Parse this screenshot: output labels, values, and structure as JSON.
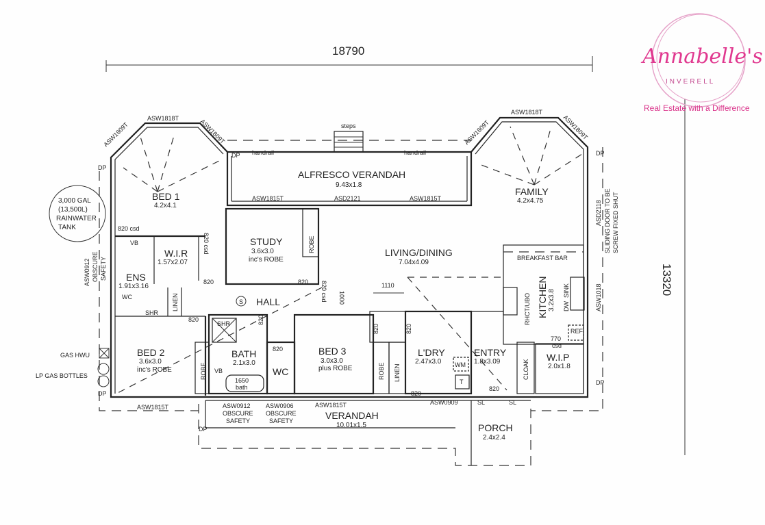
{
  "logo": {
    "name": "Annabelle's",
    "sub": "INVERELL",
    "tagline": "Real Estate with a Difference",
    "color": "#e0388f"
  },
  "dimensions": {
    "width": "18790",
    "depth": "13320"
  },
  "rooms": {
    "bed1": {
      "name": "BED 1",
      "size": "4.2x4.1"
    },
    "alfresco": {
      "name": "ALFRESCO VERANDAH",
      "size": "9.43x1.8"
    },
    "family": {
      "name": "FAMILY",
      "size": "4.2x4.75"
    },
    "study": {
      "name": "STUDY",
      "size": "3.6x3.0",
      "note": "inc's ROBE"
    },
    "wir": {
      "name": "W.I.R",
      "size": "1.57x2.07"
    },
    "ens": {
      "name": "ENS",
      "size": "1.91x3.16"
    },
    "living": {
      "name": "LIVING/DINING",
      "size": "7.04x4.09"
    },
    "kitchen": {
      "name": "KITCHEN",
      "size": "3.2x3.8"
    },
    "hall": {
      "name": "HALL"
    },
    "bed2": {
      "name": "BED 2",
      "size": "3.6x3.0",
      "note": "inc's ROBE"
    },
    "bath": {
      "name": "BATH",
      "size": "2.1x3.0"
    },
    "wc": {
      "name": "WC"
    },
    "bed3": {
      "name": "BED 3",
      "size": "3.0x3.0",
      "note": "plus ROBE"
    },
    "ldry": {
      "name": "L'DRY",
      "size": "2.47x3.0"
    },
    "entry": {
      "name": "ENTRY",
      "size": "1.8x3.09"
    },
    "wip": {
      "name": "W.I.P",
      "size": "2.0x1.8"
    },
    "verandah": {
      "name": "VERANDAH",
      "size": "10.01x1.5"
    },
    "porch": {
      "name": "PORCH",
      "size": "2.4x2.4"
    }
  },
  "labels": {
    "steps": "steps",
    "handrail": "handrail",
    "dp": "DP",
    "asw1809t": "ASW1809T",
    "asw1818t": "ASW1818T",
    "asw1815t": "ASW1815T",
    "asd2121": "ASD2121",
    "asd2118": "ASD2118",
    "sliding1": "SLIDING DOOR TO BE",
    "sliding2": "SCREW FIXED SHUT",
    "asw1018": "ASW1018",
    "asw0912": "ASW0912",
    "obscure": "OBSCURE",
    "safety": "SAFETY",
    "asw0906": "ASW0906",
    "asw0909": "ASW0909",
    "tank1": "3,000 GAL",
    "tank2": "(13,500L)",
    "tank3": "RAINWATER",
    "tank4": "TANK",
    "gas_hwu": "GAS HWU",
    "lp_gas": "LP GAS BOTTLES",
    "d820": "820",
    "d820csd": "820 csd",
    "d770": "770",
    "csd": "csd",
    "d1110": "1110",
    "d1000": "1000",
    "robe": "ROBE",
    "linen": "LINEN",
    "cloak": "CLOAK",
    "vb": "VB",
    "shr": "SHR",
    "wc": "WC",
    "bath1650": "1650",
    "bath": "bath",
    "breakfast_bar": "BREAKFAST BAR",
    "rh": "RHCT/UBO",
    "dw": "DW",
    "sink": "SINK",
    "ref": "REF",
    "wm": "WM",
    "tr": "T",
    "sl": "SL",
    "smoke": "S"
  }
}
